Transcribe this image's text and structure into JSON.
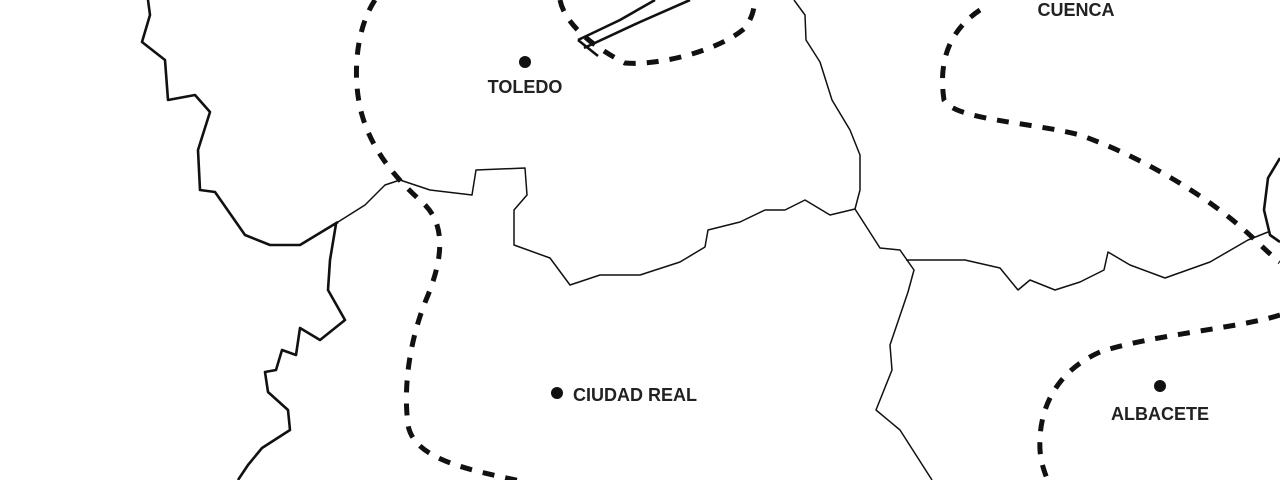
{
  "cities": [
    {
      "name": "TOLEDO"
    },
    {
      "name": "CUENCA"
    },
    {
      "name": "CIUDAD REAL"
    },
    {
      "name": "ALBACETE"
    }
  ],
  "colors": {
    "lines": "#111111",
    "background": "#ffffff"
  }
}
